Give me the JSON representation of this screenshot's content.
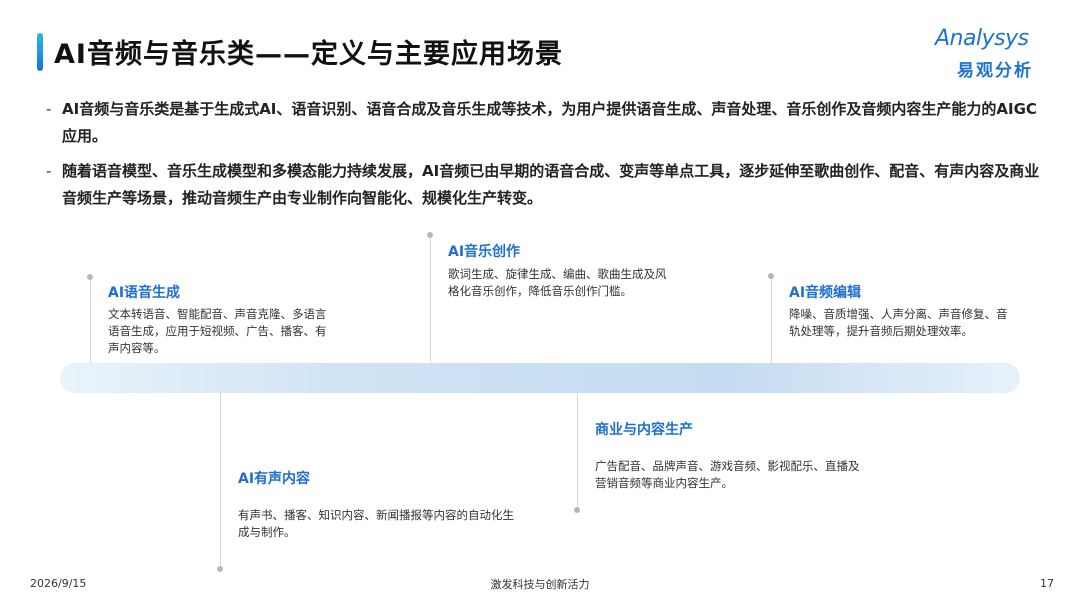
{
  "header": {
    "title": "AI音频与音乐类——定义与主要应用场景",
    "logo_word": "Analysys",
    "logo_cn": "易观分析"
  },
  "bullets": [
    "AI音频与音乐类是基于生成式AI、语音识别、语音合成及音乐生成等技术，为用户提供语音生成、声音处理、音乐创作及音频内容生产能力的AIGC应用。",
    "随着语音模型、音乐生成模型和多模态能力持续发展，AI音频已由早期的语音合成、变声等单点工具，逐步延伸至歌曲创作、配音、有声内容及商业音频生产等场景，推动音频生产由专业制作向智能化、规模化生产转变。"
  ],
  "bullet_marker": "-",
  "scenarios": {
    "speech": {
      "title": "AI语音生成",
      "desc": "文本转语音、智能配音、声音克隆、多语言语音生成，应用于短视频、广告、播客、有声内容等。"
    },
    "music": {
      "title": "AI音乐创作",
      "desc": "歌词生成、旋律生成、编曲、歌曲生成及风格化音乐创作，降低音乐创作门槛。"
    },
    "editing": {
      "title": "AI音频编辑",
      "desc": "降噪、音质增强、人声分离、声音修复、音轨处理等，提升音频后期处理效率。"
    },
    "audio_content": {
      "title": "AI有声内容",
      "desc": "有声书、播客、知识内容、新闻播报等内容的自动化生成与制作。"
    },
    "commercial": {
      "title": "商业与内容生产",
      "desc": "广告配音、品牌声音、游戏音频、影视配乐、直播及营销音频等商业内容生产。"
    }
  },
  "footer": {
    "date": "2026/9/15",
    "center": "激发科技与创新活力",
    "page": "17"
  }
}
